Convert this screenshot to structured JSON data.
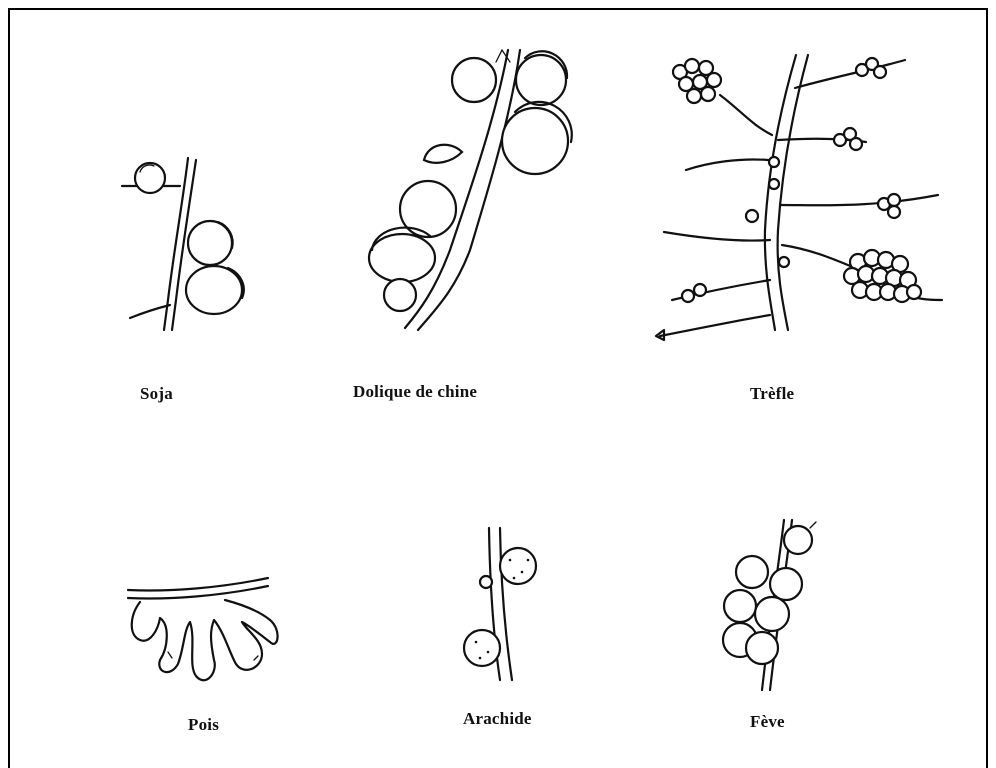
{
  "figure": {
    "labels": {
      "soja": "Soja",
      "dolique": "Dolique de chine",
      "trefle": "Trèfle",
      "pois": "Pois",
      "arachide": "Arachide",
      "feve": "Fève"
    },
    "ink_color": "#111111",
    "background": "#ffffff"
  }
}
